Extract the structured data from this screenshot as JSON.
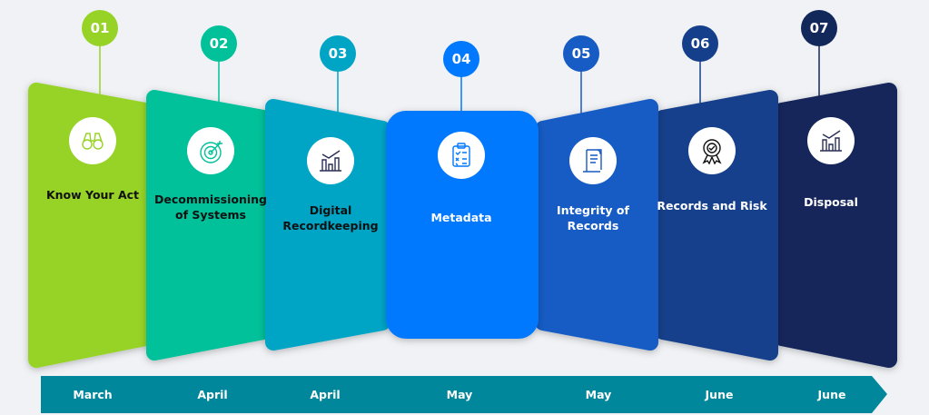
{
  "steps": [
    {
      "number": "01",
      "title": "Know Your Act",
      "month": "March",
      "color": "#97d326",
      "icon": "binoculars-icon",
      "title_color": "#111111"
    },
    {
      "number": "02",
      "title": "Decommissioning of Systems",
      "month": "April",
      "color": "#00c199",
      "icon": "target-icon",
      "title_color": "#111111"
    },
    {
      "number": "03",
      "title": "Digital Recordkeeping",
      "month": "April",
      "color": "#00a5c6",
      "icon": "chart-growth-icon",
      "title_color": "#111111"
    },
    {
      "number": "04",
      "title": "Metadata",
      "month": "May",
      "color": "#0079fe",
      "icon": "clipboard-checklist-icon",
      "title_color": "#ffffff"
    },
    {
      "number": "05",
      "title": "Integrity of Records",
      "month": "May",
      "color": "#175bc4",
      "icon": "scroll-document-icon",
      "title_color": "#ffffff"
    },
    {
      "number": "06",
      "title": "Records and Risk",
      "month": "June",
      "color": "#153f8b",
      "icon": "award-badge-icon",
      "title_color": "#ffffff"
    },
    {
      "number": "07",
      "title": "Disposal",
      "month": "June",
      "color": "#12275a",
      "icon": "chart-growth-icon",
      "title_color": "#ffffff"
    }
  ],
  "timeline_color": "#00879b"
}
